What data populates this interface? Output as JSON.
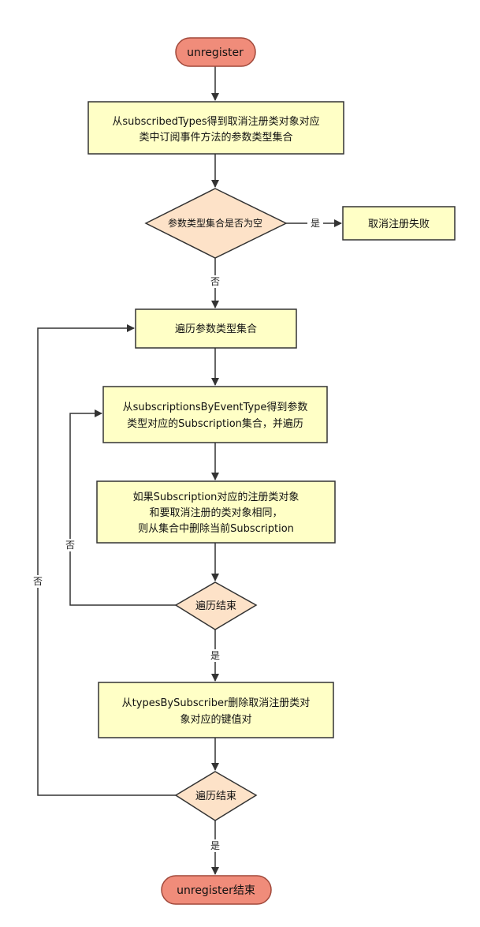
{
  "nodes": {
    "start": "unregister",
    "get_types": [
      "从subscribedTypes得到取消注册类对象对应",
      "类中订阅事件方法的参数类型集合"
    ],
    "types_empty_check": "参数类型集合是否为空",
    "unregister_fail": "取消注册失败",
    "iterate_types": "遍历参数类型集合",
    "get_subscriptions": [
      "从subscriptionsByEventType得到参数",
      "类型对应的Subscription集合，并遍历"
    ],
    "remove_subscription": [
      "如果Subscription对应的注册类对象",
      "和要取消注册的类对象相同，",
      "则从集合中删除当前Subscription"
    ],
    "inner_loop_end": "遍历结束",
    "remove_types": [
      "从typesBySubscriber删除取消注册类对",
      "象对应的键值对"
    ],
    "outer_loop_end": "遍历结束",
    "end": "unregister结束"
  },
  "edge_labels": {
    "yes": "是",
    "no": "否"
  },
  "colors": {
    "terminal_fill": "#f08c7a",
    "terminal_stroke": "#a0483a",
    "process_fill": "#ffffc6",
    "process_stroke": "#333333",
    "decision_fill": "#fde2c8",
    "decision_stroke": "#333333",
    "line": "#333333"
  }
}
